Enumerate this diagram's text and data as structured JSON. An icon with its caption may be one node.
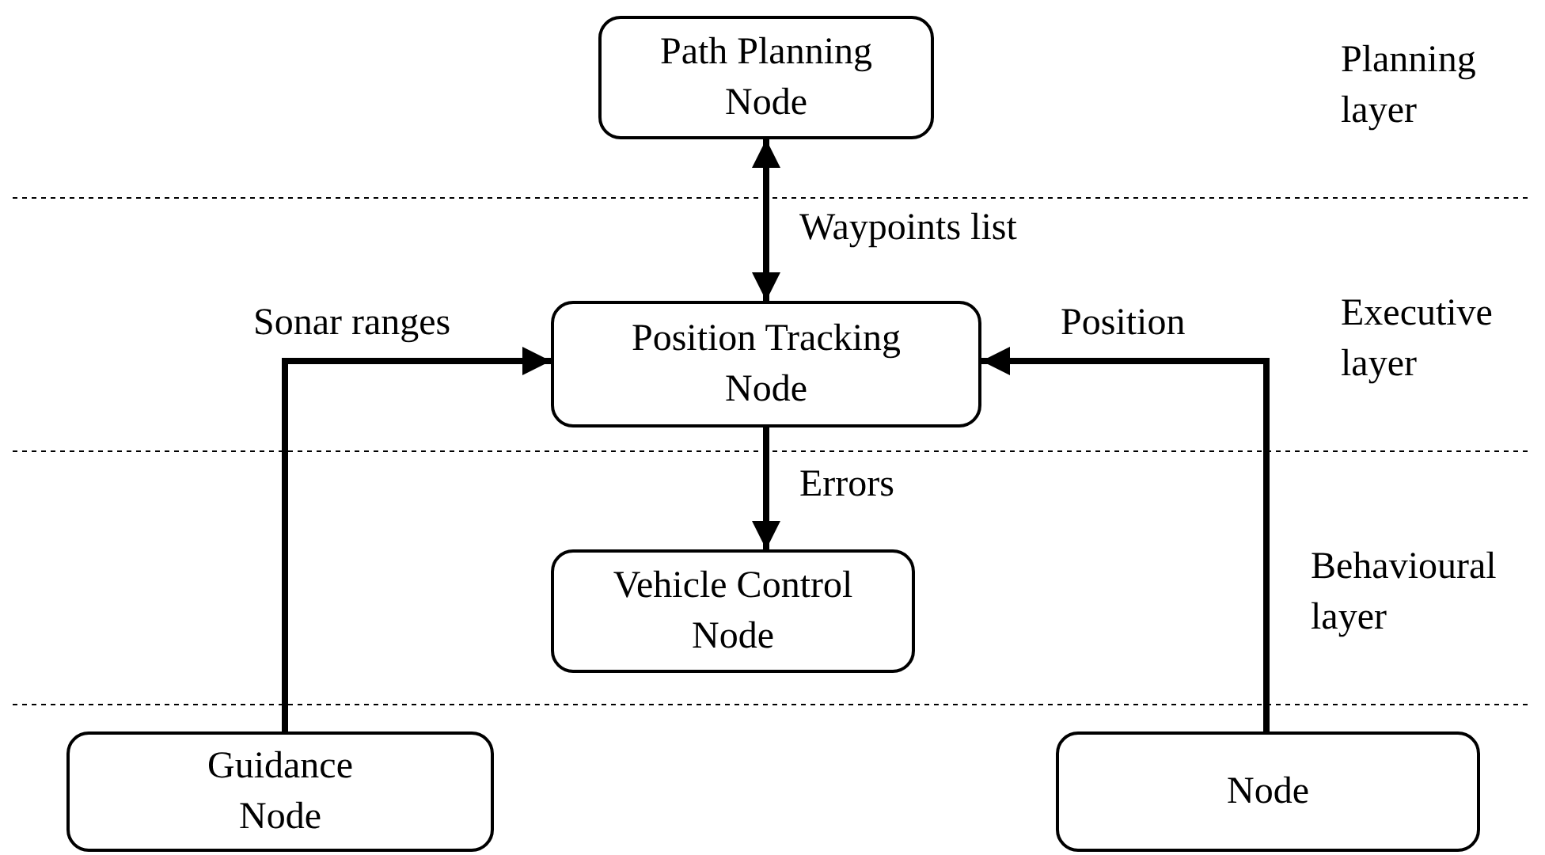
{
  "diagram": {
    "nodes": [
      {
        "text": [
          "Path Planning Node"
        ]
      },
      {
        "text": [
          "Position Tracking Node"
        ]
      },
      {
        "text": [
          "Vehicle Control Node"
        ]
      },
      {
        "text": [
          "Guidance Node"
        ]
      },
      {
        "text": [
          "Node"
        ]
      }
    ],
    "edges": [
      {
        "from": 0,
        "to": 1,
        "arrow": "both",
        "label": "Waypoints list"
      },
      {
        "from": 1,
        "to": 2,
        "arrow": "to",
        "label": "Errors"
      },
      {
        "from": 3,
        "to": 1,
        "arrow": "to",
        "label": "Sonar ranges"
      },
      {
        "from": 4,
        "to": 1,
        "arrow": "to",
        "label": "Position"
      }
    ],
    "labels": [
      "Planning layer",
      "Executive layer",
      "Behavioural layer"
    ]
  }
}
